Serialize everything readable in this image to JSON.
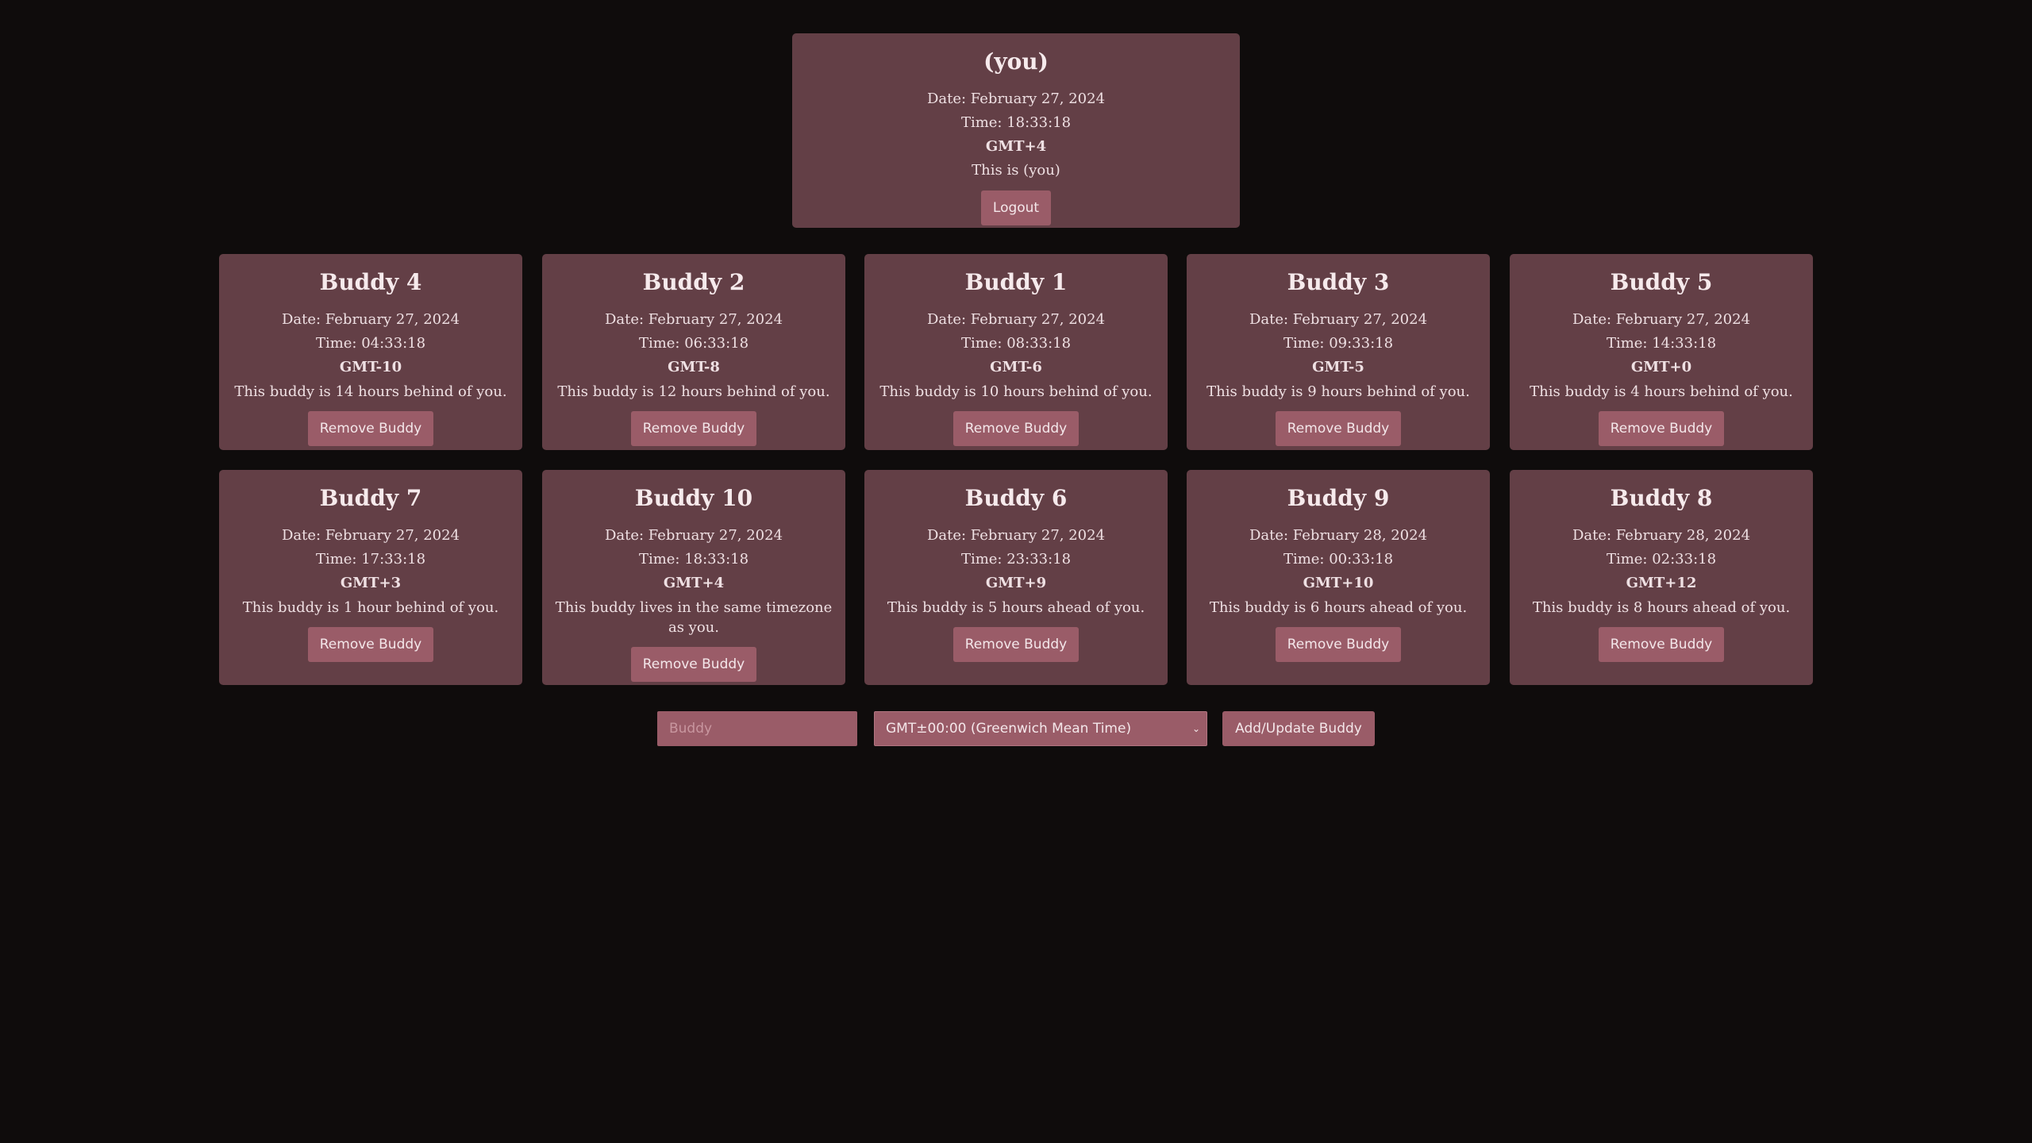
{
  "you": {
    "name": "(you)",
    "date": "Date: February 27, 2024",
    "time": "Time: 18:33:18",
    "gmt": "GMT+4",
    "message": "This is (you)",
    "button": "Logout"
  },
  "buddies": [
    {
      "name": "Buddy 4",
      "date": "Date: February 27, 2024",
      "time": "Time: 04:33:18",
      "gmt": "GMT-10",
      "message": "This buddy is 14 hours behind of you.",
      "button": "Remove Buddy"
    },
    {
      "name": "Buddy 2",
      "date": "Date: February 27, 2024",
      "time": "Time: 06:33:18",
      "gmt": "GMT-8",
      "message": "This buddy is 12 hours behind of you.",
      "button": "Remove Buddy"
    },
    {
      "name": "Buddy 1",
      "date": "Date: February 27, 2024",
      "time": "Time: 08:33:18",
      "gmt": "GMT-6",
      "message": "This buddy is 10 hours behind of you.",
      "button": "Remove Buddy"
    },
    {
      "name": "Buddy 3",
      "date": "Date: February 27, 2024",
      "time": "Time: 09:33:18",
      "gmt": "GMT-5",
      "message": "This buddy is 9 hours behind of you.",
      "button": "Remove Buddy"
    },
    {
      "name": "Buddy 5",
      "date": "Date: February 27, 2024",
      "time": "Time: 14:33:18",
      "gmt": "GMT+0",
      "message": "This buddy is 4 hours behind of you.",
      "button": "Remove Buddy"
    },
    {
      "name": "Buddy 7",
      "date": "Date: February 27, 2024",
      "time": "Time: 17:33:18",
      "gmt": "GMT+3",
      "message": "This buddy is 1 hour behind of you.",
      "button": "Remove Buddy"
    },
    {
      "name": "Buddy 10",
      "date": "Date: February 27, 2024",
      "time": "Time: 18:33:18",
      "gmt": "GMT+4",
      "message": "This buddy lives in the same timezone as you.",
      "button": "Remove Buddy"
    },
    {
      "name": "Buddy 6",
      "date": "Date: February 27, 2024",
      "time": "Time: 23:33:18",
      "gmt": "GMT+9",
      "message": "This buddy is 5 hours ahead of you.",
      "button": "Remove Buddy"
    },
    {
      "name": "Buddy 9",
      "date": "Date: February 28, 2024",
      "time": "Time: 00:33:18",
      "gmt": "GMT+10",
      "message": "This buddy is 6 hours ahead of you.",
      "button": "Remove Buddy"
    },
    {
      "name": "Buddy 8",
      "date": "Date: February 28, 2024",
      "time": "Time: 02:33:18",
      "gmt": "GMT+12",
      "message": "This buddy is 8 hours ahead of you.",
      "button": "Remove Buddy"
    }
  ],
  "form": {
    "buddy_placeholder": "Buddy",
    "timezone_selected": "GMT±00:00 (Greenwich Mean Time)",
    "submit_label": "Add/Update Buddy"
  },
  "icons": {
    "select_chevron": "chevron-down-icon"
  },
  "colors": {
    "background": "#0f0c0c",
    "card": "#633f46",
    "button": "#9a5c68",
    "text": "#f1e4e6"
  }
}
